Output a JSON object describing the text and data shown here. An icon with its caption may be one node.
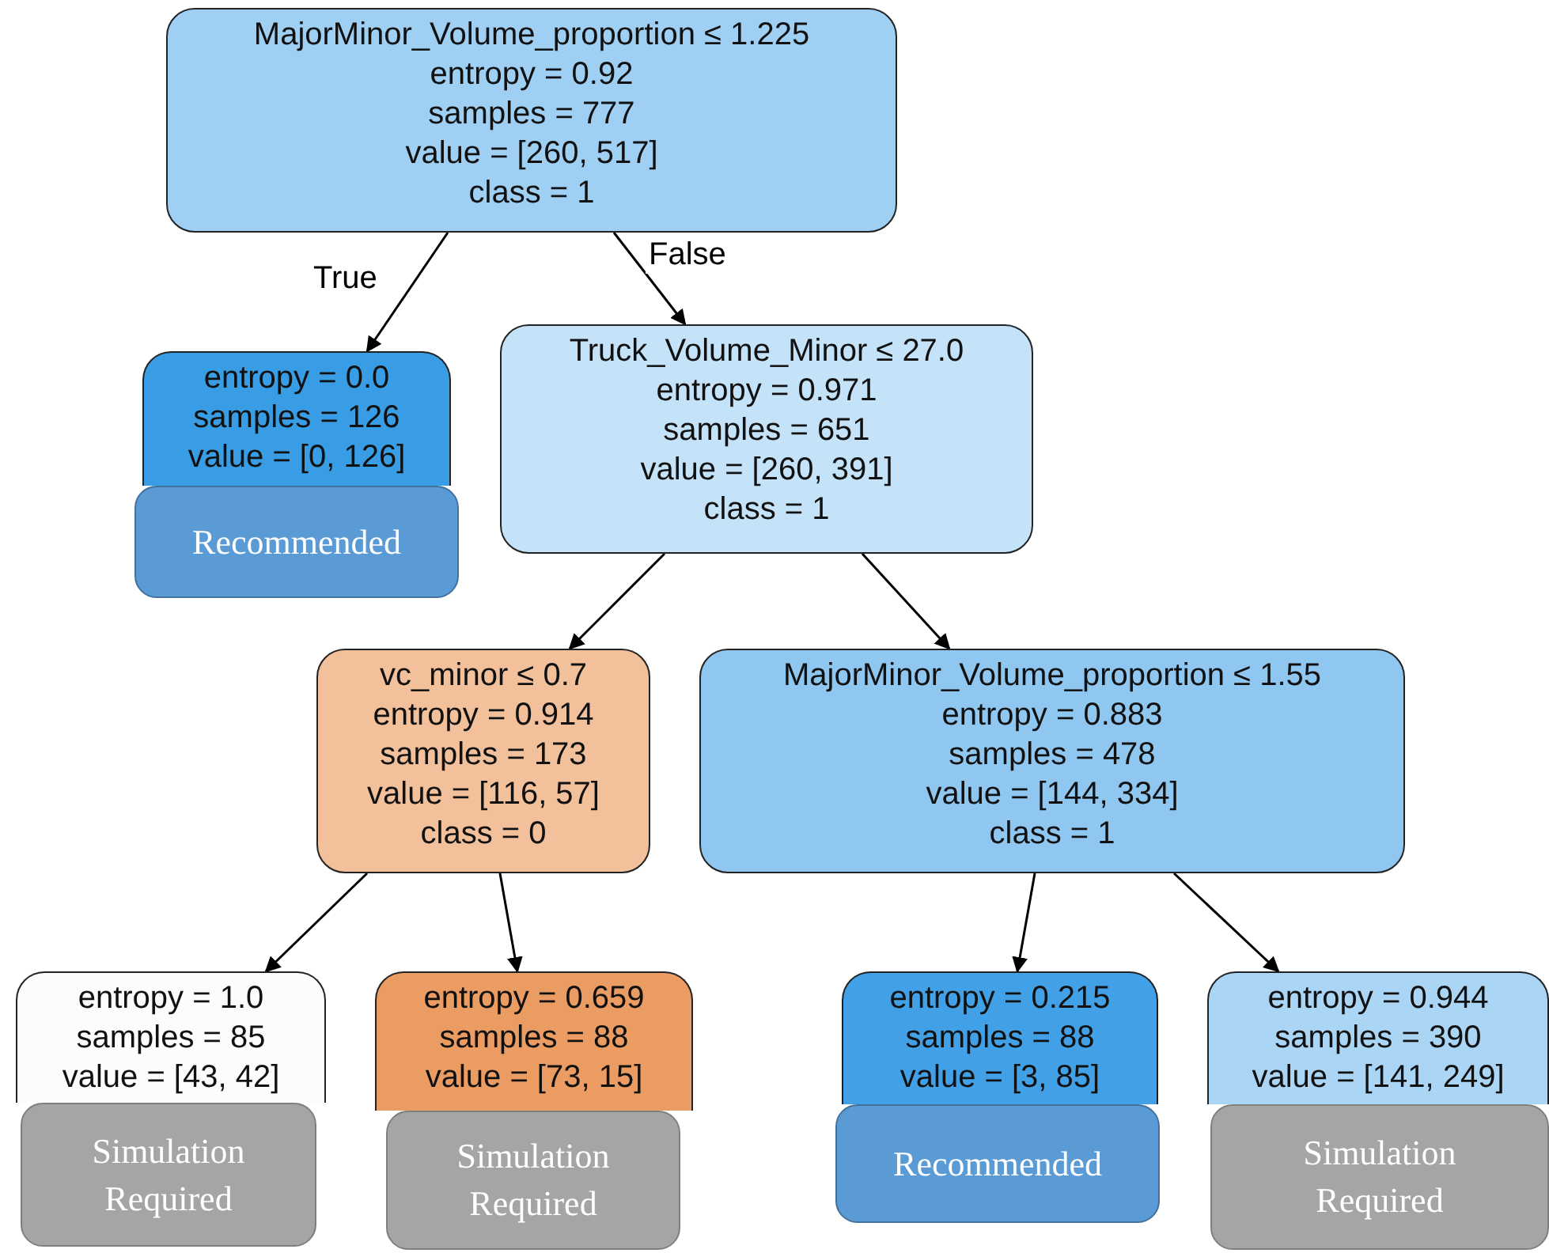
{
  "diagram": {
    "nodes": [
      {
        "text": [
          "MajorMinor_Volume_proportion ≤ 1.225",
          "entropy = 0.92",
          "samples = 777",
          "value = [260, 517]",
          "class = 1"
        ]
      },
      {
        "text": [
          "entropy = 0.0",
          "samples = 126",
          "value = [0, 126]"
        ]
      },
      {
        "text": [
          "Recommended"
        ]
      },
      {
        "text": [
          "Truck_Volume_Minor ≤ 27.0",
          "entropy = 0.971",
          "samples = 651",
          "value = [260, 391]",
          "class = 1"
        ]
      },
      {
        "text": [
          "vc_minor ≤ 0.7",
          "entropy = 0.914",
          "samples = 173",
          "value = [116, 57]",
          "class = 0"
        ]
      },
      {
        "text": [
          "MajorMinor_Volume_proportion ≤ 1.55",
          "entropy = 0.883",
          "samples = 478",
          "value = [144, 334]",
          "class = 1"
        ]
      },
      {
        "text": [
          "entropy = 1.0",
          "samples = 85",
          "value = [43, 42]"
        ]
      },
      {
        "text": [
          "Simulation Required"
        ]
      },
      {
        "text": [
          "entropy = 0.659",
          "samples = 88",
          "value = [73, 15]"
        ]
      },
      {
        "text": [
          "Simulation Required"
        ]
      },
      {
        "text": [
          "entropy = 0.215",
          "samples = 88",
          "value = [3, 85]"
        ]
      },
      {
        "text": [
          "Recommended"
        ]
      },
      {
        "text": [
          "entropy = 0.944",
          "samples = 390",
          "value = [141, 249]"
        ]
      },
      {
        "text": [
          "Simulation Required"
        ]
      }
    ],
    "edges": [
      {
        "from": 0,
        "to": 1,
        "arrow": "to",
        "label": "True"
      },
      {
        "from": 0,
        "to": 3,
        "arrow": "to",
        "label": "False"
      },
      {
        "from": 3,
        "to": 4,
        "arrow": "to"
      },
      {
        "from": 3,
        "to": 5,
        "arrow": "to"
      },
      {
        "from": 4,
        "to": 6,
        "arrow": "to"
      },
      {
        "from": 4,
        "to": 8,
        "arrow": "to"
      },
      {
        "from": 5,
        "to": 10,
        "arrow": "to"
      },
      {
        "from": 5,
        "to": 12,
        "arrow": "to"
      }
    ]
  }
}
